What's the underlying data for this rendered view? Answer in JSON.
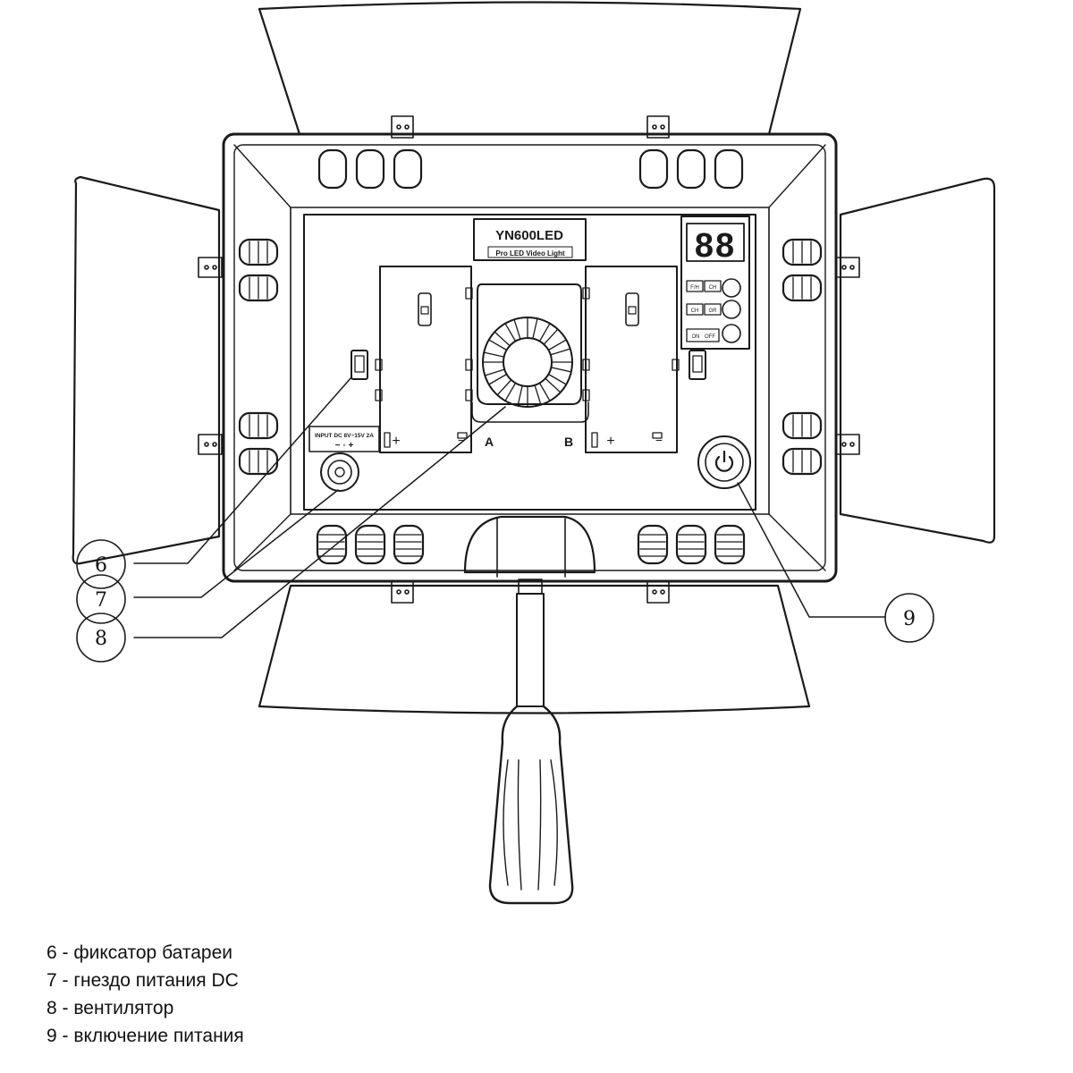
{
  "device": {
    "model": "YN600LED",
    "subtitle": "Pro LED Video Light",
    "display_value": "88",
    "dc_panel_label": "INPUT DC 8V~15V 2A",
    "dc_polarity": "− ◦ +",
    "slot_a": "A",
    "slot_b": "B",
    "plus_sign": "+",
    "minus_sign": "−",
    "button_labels": [
      "F/H",
      "CH",
      "CH",
      "GR",
      "ON",
      "OFF"
    ]
  },
  "callouts": [
    {
      "number": "6",
      "text": "6 - фиксатор батареи"
    },
    {
      "number": "7",
      "text": "7 - гнездо питания DC"
    },
    {
      "number": "8",
      "text": "8 - вентилятор"
    },
    {
      "number": "9",
      "text": "9 - включение питания"
    }
  ],
  "colors": {
    "line": "#1a1a1a",
    "background": "#ffffff"
  }
}
